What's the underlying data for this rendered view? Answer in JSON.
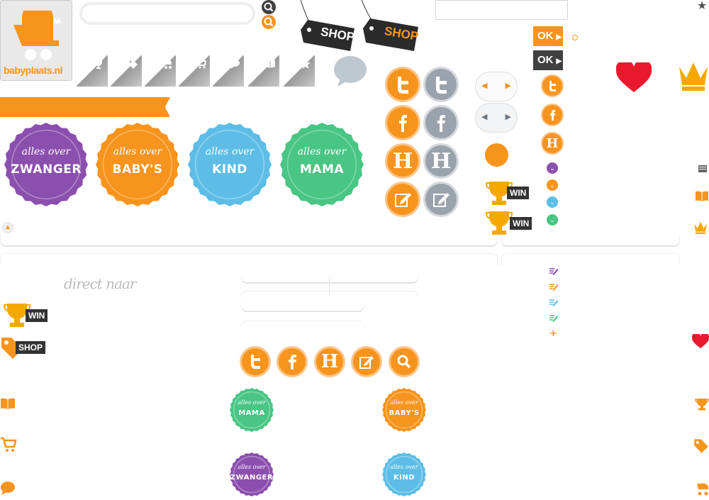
{
  "brand": {
    "logo_text": "babyplaats.nl"
  },
  "shop_tags": [
    {
      "label": "SHOP"
    },
    {
      "label": "SHOP"
    }
  ],
  "ok_buttons": [
    {
      "label": "OK",
      "color": "#f7941d"
    },
    {
      "label": "OK",
      "color": "#404040"
    }
  ],
  "corner_tabs": [
    {
      "icon": "trophy-icon"
    },
    {
      "icon": "tag-icon"
    },
    {
      "icon": "stroller-icon"
    },
    {
      "icon": "cart-icon"
    },
    {
      "icon": "speech-bubble-icon"
    },
    {
      "icon": "book-icon"
    },
    {
      "icon": "star-icon"
    }
  ],
  "seals": [
    {
      "small": "alles over",
      "big": "ZWANGER",
      "color": "#8b4fae"
    },
    {
      "small": "alles over",
      "big": "BABY'S",
      "color": "#f7941d"
    },
    {
      "small": "alles over",
      "big": "KIND",
      "color": "#5dbde6"
    },
    {
      "small": "alles over",
      "big": "MAMA",
      "color": "#49c584"
    }
  ],
  "small_seals": [
    {
      "small": "alles over",
      "big": "MAMA",
      "color": "#49c584"
    },
    {
      "small": "alles over",
      "big": "BABY'S",
      "color": "#f7941d"
    },
    {
      "small": "alles over",
      "big": "ZWANGER",
      "color": "#8b4fae"
    },
    {
      "small": "alles over",
      "big": "KIND",
      "color": "#5dbde6"
    }
  ],
  "social": {
    "hyves_letter": "H"
  },
  "win_labels": [
    {
      "label": "WIN"
    },
    {
      "label": "WIN"
    },
    {
      "label": "WIN"
    }
  ],
  "side_tags": {
    "win": "WIN",
    "shop": "SHOP"
  },
  "direct_text": "direct naar",
  "colors": {
    "orange": "#f7941d",
    "gray": "#9aa3ad",
    "purple": "#8b4fae",
    "blue": "#5dbde6",
    "green": "#49c584",
    "red": "#e8192c",
    "gold": "#f5a800"
  }
}
